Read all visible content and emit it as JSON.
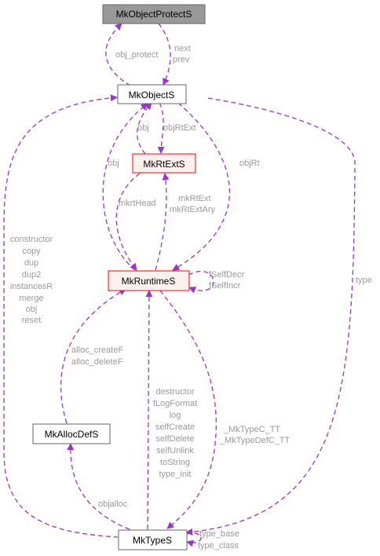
{
  "colors": {
    "edge": "#9a32cd",
    "edge_label": "#9a9a9a",
    "title_fill": "#999999",
    "title_stroke": "#666666",
    "node_fill": "#ffffff",
    "node_stroke": "#666666",
    "alert_fill": "#fff0f0",
    "alert_stroke": "#ff0000"
  },
  "nodes": {
    "MkObjectProtectS": "MkObjectProtectS",
    "MkObjectS": "MkObjectS",
    "MkRtExtS": "MkRtExtS",
    "MkRuntimeS": "MkRuntimeS",
    "MkAllocDefS": "MkAllocDefS",
    "MkTypeS": "MkTypeS"
  },
  "edge_labels": {
    "obj_protect": "obj_protect",
    "next_prev": [
      "next",
      "prev"
    ],
    "obj": "obj",
    "objRtExt": "objRtExt",
    "objRt": "objRt",
    "obj_rt": "obj",
    "mkrtHead": "mkrtHead",
    "mkRtExt": [
      "mkRtExt",
      "mkRtExtAry"
    ],
    "self": [
      "fSelfDecr",
      "fSelfIncr"
    ],
    "type": "type",
    "typeObj": [
      "constructor",
      "copy",
      "dup",
      "dup2",
      "instancesR",
      "merge",
      "obj",
      "reset"
    ],
    "alloc": [
      "alloc_createF",
      "alloc_deleteF"
    ],
    "rtFuncs": [
      "destructor",
      "fLogFormat",
      "log",
      "selfCreate",
      "selfDelete",
      "selfUnlink",
      "toString",
      "type_init"
    ],
    "mkTypeC": [
      "_MkTypeC_TT",
      "_MkTypeDefC_TT"
    ],
    "objalloc": "objalloc",
    "typeBase": [
      "type_base",
      "type_class"
    ]
  }
}
